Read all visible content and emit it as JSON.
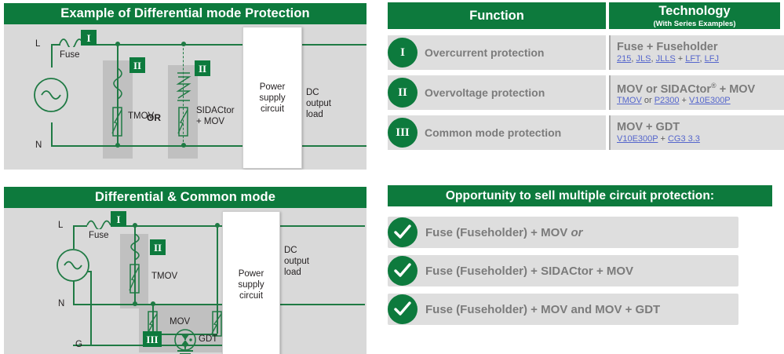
{
  "diagram1": {
    "title": "Example of Differential mode Protection",
    "labels": {
      "line": "L",
      "neutral": "N",
      "fuse": "Fuse",
      "tmov": "TMOV",
      "sidactor": "SIDACtor",
      "sidactor2": "+ MOV",
      "or": "OR",
      "psu_line1": "Power",
      "psu_line2": "supply",
      "psu_line3": "circuit",
      "out1": "DC",
      "out2": "output",
      "out3": "load"
    },
    "badges": {
      "b1": "I",
      "b2": "II",
      "b3": "II"
    }
  },
  "diagram2": {
    "title": "Differential & Common mode",
    "labels": {
      "line": "L",
      "neutral": "N",
      "ground": "G",
      "fuse": "Fuse",
      "tmov": "TMOV",
      "mov": "MOV",
      "gdt": "GDT",
      "psu_line1": "Power",
      "psu_line2": "supply",
      "psu_line3": "circuit",
      "out1": "DC",
      "out2": "output",
      "out3": "load"
    },
    "badges": {
      "b1": "I",
      "b2": "II",
      "b3": "III"
    }
  },
  "table": {
    "headers": {
      "function": "Function",
      "technology": "Technology",
      "technology_sub": "(With Series Examples)"
    },
    "rows": [
      {
        "numeral": "I",
        "function": "Overcurrent protection",
        "tech": "Fuse + Fuseholder",
        "tech_has_sup": false,
        "examples": [
          {
            "text": "215",
            "link": true
          },
          {
            "text": ", ",
            "link": false
          },
          {
            "text": "JLS",
            "link": true
          },
          {
            "text": ", ",
            "link": false
          },
          {
            "text": "JLLS",
            "link": true
          },
          {
            "text": " + ",
            "link": false
          },
          {
            "text": "LFT",
            "link": true
          },
          {
            "text": ", ",
            "link": false
          },
          {
            "text": "LFJ",
            "link": true
          }
        ]
      },
      {
        "numeral": "II",
        "function": "Overvoltage protection",
        "tech": "MOV or SIDACtor",
        "tech_sup": "®",
        "tech_tail": " + MOV",
        "tech_has_sup": true,
        "examples": [
          {
            "text": "TMOV",
            "link": true
          },
          {
            "text": " or ",
            "link": false
          },
          {
            "text": "P2300",
            "link": true
          },
          {
            "text": " + ",
            "link": false
          },
          {
            "text": "V10E300P",
            "link": true
          }
        ]
      },
      {
        "numeral": "III",
        "function": "Common mode protection",
        "tech": "MOV + GDT",
        "tech_has_sup": false,
        "examples": [
          {
            "text": "V10E300P",
            "link": true
          },
          {
            "text": " + ",
            "link": false
          },
          {
            "text": "CG3 3.3",
            "link": true
          }
        ]
      }
    ]
  },
  "opportunity": {
    "title": "Opportunity to sell multiple circuit protection:",
    "items": [
      {
        "text": "Fuse (Fuseholder) + MOV ",
        "italic": "or"
      },
      {
        "text": "Fuse (Fuseholder) + SIDACtor + MOV",
        "italic": ""
      },
      {
        "text": "Fuse (Fuseholder) + MOV and MOV + GDT",
        "italic": ""
      }
    ]
  },
  "colors": {
    "brand_green": "#0d7a3d",
    "wire_green": "#1f7a44",
    "panel_gray": "#d9d9d9",
    "row_gray": "#dedede",
    "text_gray": "#7b7b7b",
    "link_blue": "#5566cc"
  }
}
